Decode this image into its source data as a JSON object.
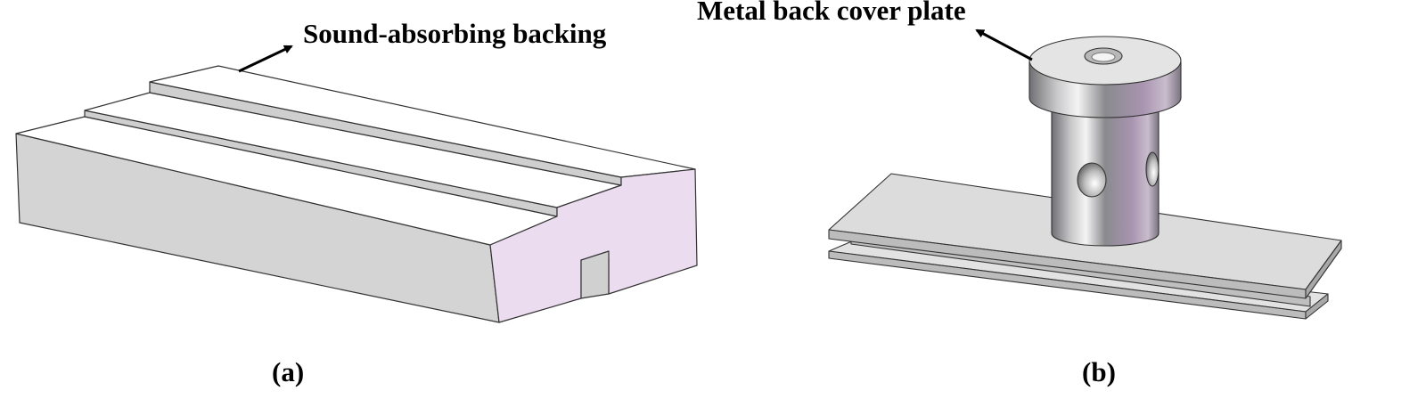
{
  "figure": {
    "panels": [
      {
        "id": "a",
        "caption": "(a)",
        "annotation": "Sound-absorbing backing",
        "object": "stepped rectangular block with bottom notch"
      },
      {
        "id": "b",
        "caption": "(b)",
        "annotation": "Metal back cover plate",
        "object": "cylindrical cap with holes mounted on stacked plates"
      }
    ]
  },
  "colors": {
    "background": "#ffffff",
    "block_side": "#d4d4d4",
    "block_top": "#ffffff",
    "block_end_face": "#ecdcf0",
    "step_face": "#cfcfcf",
    "plate_top": "#dcdcdc",
    "plate_edge": "#b8b8b8",
    "metal_dark": "#6e6e72",
    "metal_light": "#f2f2f2",
    "metal_tint": "#a994b0",
    "outline": "#333333",
    "text": "#000000"
  }
}
